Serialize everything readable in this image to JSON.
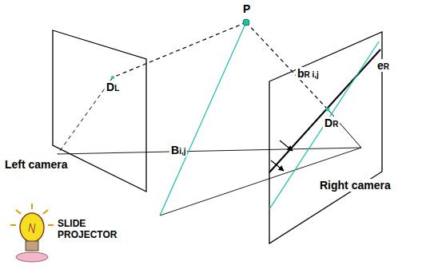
{
  "diagram": {
    "labels": [
      "P",
      "DL",
      "Left camera",
      "Bi,j",
      "bR i,j",
      "eR",
      "DR",
      "Right camera",
      "SLIDE PROJECTOR"
    ]
  }
}
